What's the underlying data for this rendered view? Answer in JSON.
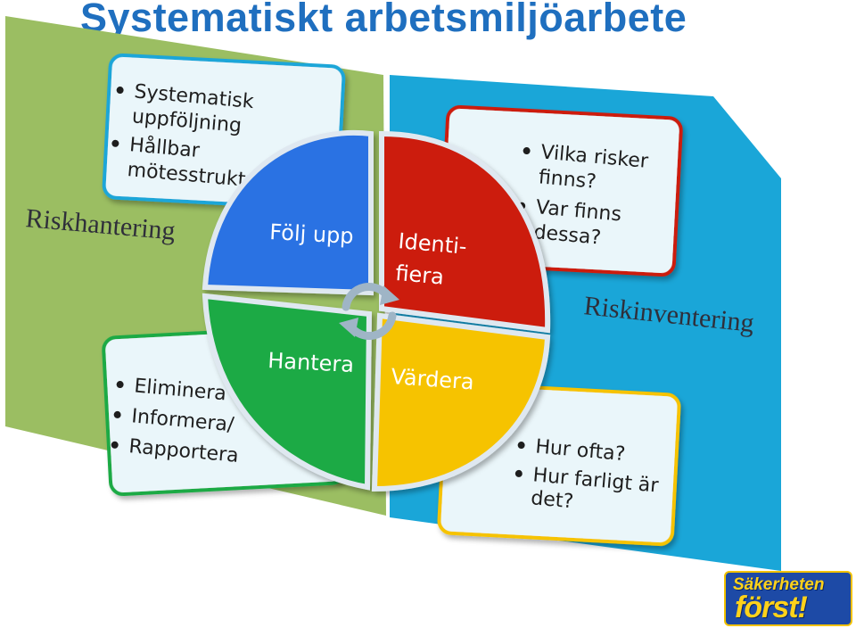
{
  "title": "Systematiskt arbetsmiljöarbete",
  "colors": {
    "title": "#1f6fbf",
    "left_panel": "#9bbe62",
    "right_panel": "#1aa6d8",
    "card_fill": "#eaf6fa",
    "folj_upp": "#2b72e3",
    "identifiera": "#cc1a08",
    "hantera": "#1faa45",
    "vardera": "#f6c300"
  },
  "panels": {
    "left_label": "Riskhantering",
    "right_label": "Riskinventering"
  },
  "cards": {
    "top_left": {
      "items": [
        {
          "lines": [
            "Systematisk",
            "uppföljning"
          ]
        },
        {
          "lines": [
            "Hållbar",
            "mötesstruktur"
          ]
        }
      ]
    },
    "bottom_left": {
      "items": [
        {
          "lines": [
            "Eliminera"
          ]
        },
        {
          "lines": [
            "Informera/"
          ]
        },
        {
          "lines": [
            "Rapportera"
          ]
        }
      ]
    },
    "top_right": {
      "items": [
        {
          "lines": [
            "Vilka risker",
            "finns?"
          ]
        },
        {
          "lines": [
            "Var finns",
            "dessa?"
          ]
        }
      ]
    },
    "bottom_right": {
      "items": [
        {
          "lines": [
            "Hur ofta?"
          ]
        },
        {
          "lines": [
            "Hur farligt är",
            "det?"
          ]
        }
      ]
    }
  },
  "cycle": {
    "folj_upp": [
      "Följ upp"
    ],
    "identifiera": [
      "Identi-",
      "fiera"
    ],
    "hantera": [
      "Hantera"
    ],
    "vardera": [
      "Värdera"
    ],
    "center_icon": "refresh-cycle-icon"
  },
  "logo": {
    "line1": "Säkerheten",
    "line2": "först!"
  }
}
